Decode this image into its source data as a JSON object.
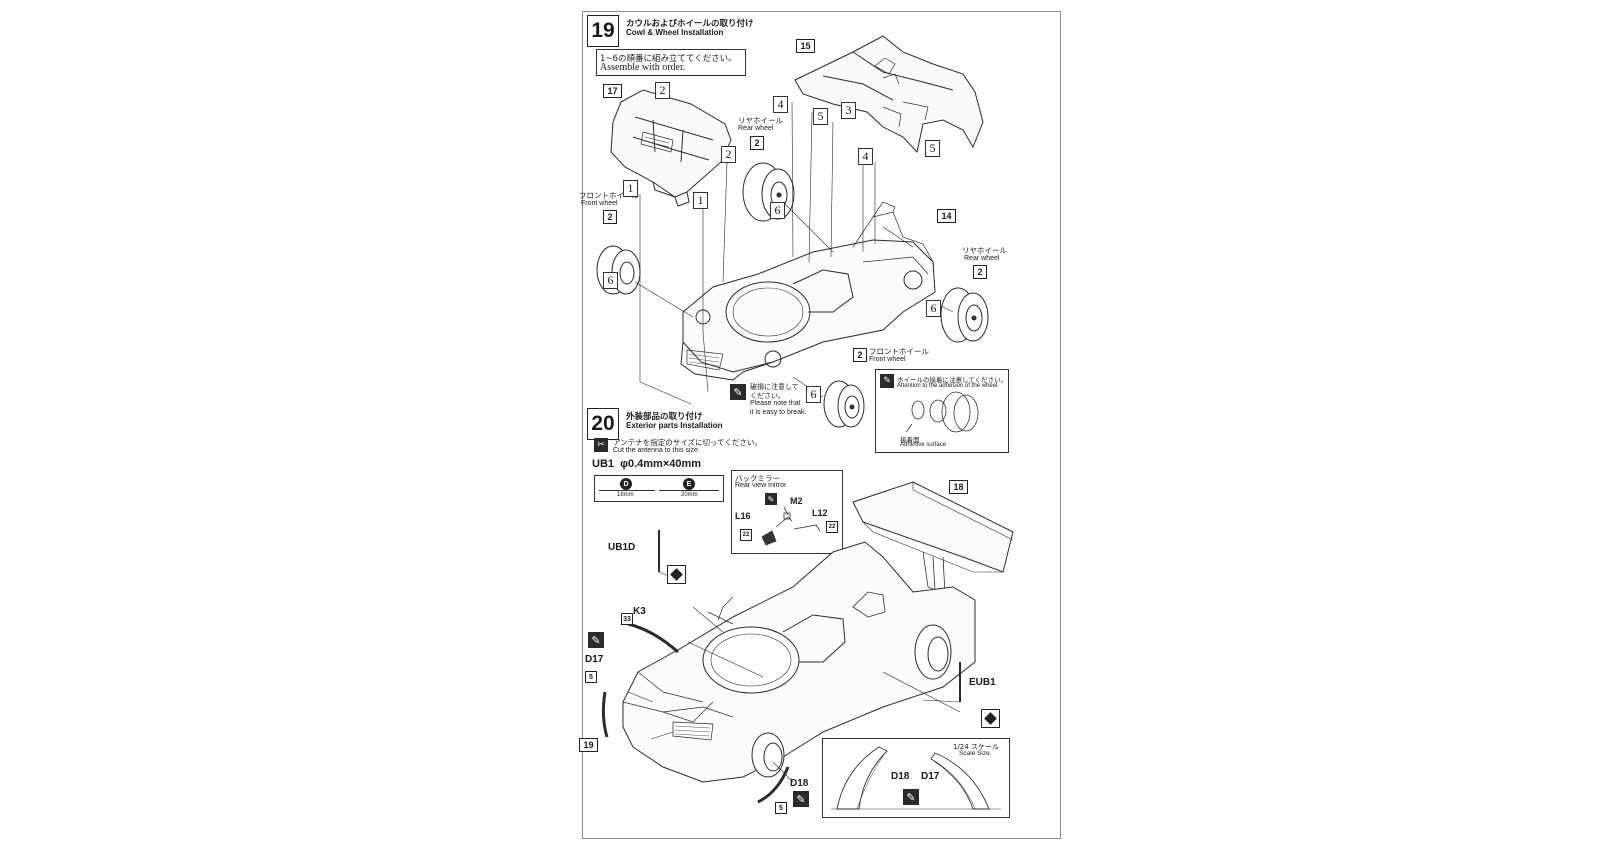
{
  "step19": {
    "number": "19",
    "title_jp": "カウルおよびホイールの取り付け",
    "title_en": "Cowl & Wheel Installation",
    "order_note_jp": "1~6の順番に組み立ててください。",
    "order_note_en": "Assemble with order.",
    "parts": {
      "front_cowl": "17",
      "rear_cowl": "15",
      "suspension": "14"
    },
    "rear_wheel_upper": {
      "label_jp": "リヤホイール",
      "label_en": "Rear wheel",
      "part": "2"
    },
    "rear_wheel_right": {
      "label_jp": "リヤホイール",
      "label_en": "Rear wheel",
      "part": "2"
    },
    "front_wheel_left": {
      "label_jp": "フロントホイール",
      "label_en": "Front wheel",
      "part": "2"
    },
    "front_wheel_bottom": {
      "label_jp": "フロントホイール",
      "label_en": "Front wheel",
      "part": "2"
    },
    "order_marks": {
      "one": "1",
      "two": "2",
      "three": "3",
      "four": "4",
      "five": "5",
      "six": "6"
    },
    "break_note": {
      "jp_1": "破損に注意して",
      "jp_2": "ください。",
      "en_1": "Please note that",
      "en_2": "it is easy to break."
    },
    "adhesion_note": {
      "jp": "ホイールの接着に注意してください。",
      "en": "Attention to the adhesion of the wheel.",
      "surface_jp": "接着面",
      "surface_en": "Adhesive surface"
    }
  },
  "step20": {
    "number": "20",
    "title_jp": "外装部品の取り付け",
    "title_en": "Exterior parts Installation",
    "antenna_note_jp": "アンテナを指定のサイズに切ってください。",
    "antenna_note_en": "Cut the antenna to this size",
    "antenna_spec": "UB1  φ0.4mm×40mm",
    "antenna_d": {
      "letter": "D",
      "length": "18mm"
    },
    "antenna_e": {
      "letter": "E",
      "length": "20mm"
    },
    "mirror": {
      "title_jp": "バックミラー",
      "title_en": "Rear view mirror",
      "m2": "M2",
      "l16": "L16",
      "l12": "L12",
      "decal": "22"
    },
    "parts": {
      "wing": "18",
      "k3": "K3",
      "k3_decal": "33",
      "d17": "D17",
      "d17_decal": "5",
      "ub1d": "UB1D",
      "ub1e": "EUB1",
      "front_clip": "19",
      "d18": "D18",
      "d18_decal": "5"
    },
    "scale_box": {
      "title_jp": "1/24 スケール",
      "title_en": "Scale Size.",
      "d18": "D18",
      "d17": "D17"
    }
  }
}
